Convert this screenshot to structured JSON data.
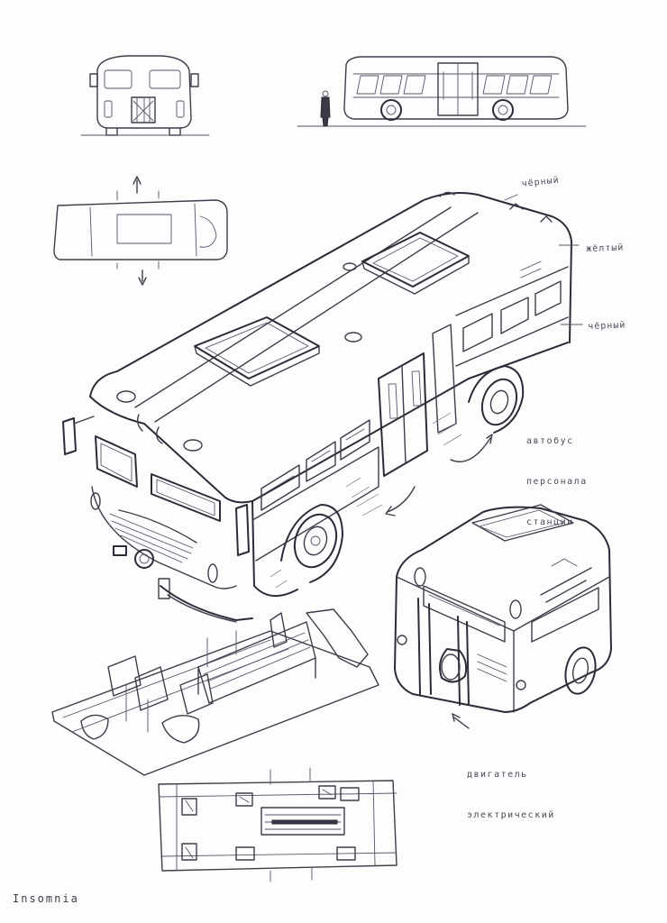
{
  "annotations": {
    "color_black_top": "чёрный",
    "color_yellow": "жёлтый",
    "color_black_mid": "чёрный",
    "bus_caption": [
      "автобус",
      "персонала",
      "станции"
    ],
    "engine_caption": [
      "двигатель",
      "электрический"
    ]
  },
  "signature": "Insomnia"
}
